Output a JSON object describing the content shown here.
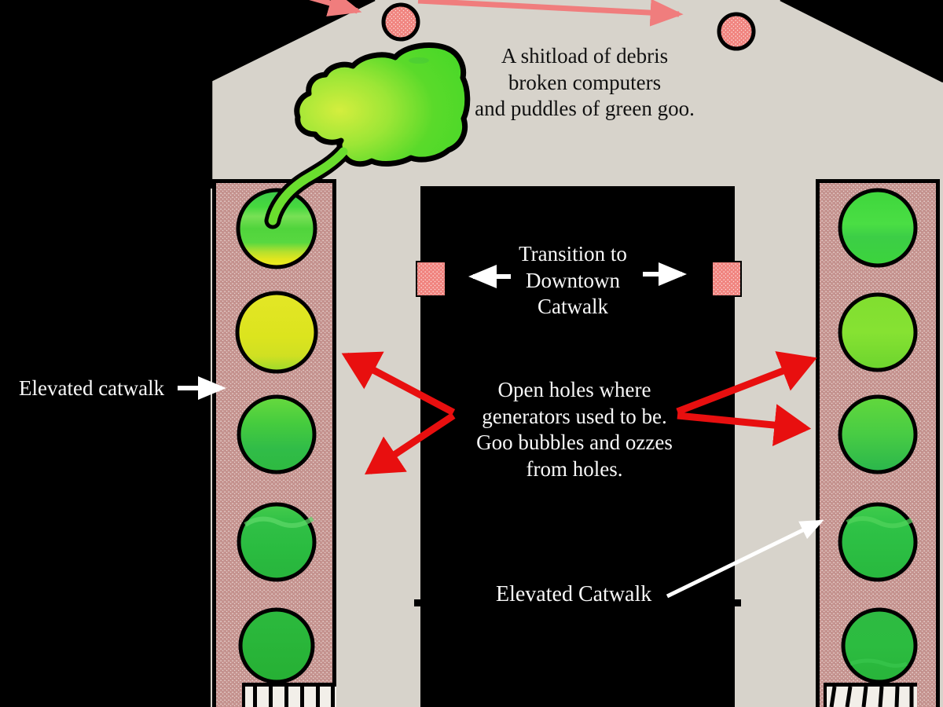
{
  "scene": {
    "title": "Power plant elevated catwalk map",
    "background": "#000000",
    "colors": {
      "building": "#d7d3cb",
      "catwalk": "#c5938f",
      "catwalk_speckle": "#eedfdc",
      "transition": "#f0847f",
      "transition_speckle": "#fdd9d7",
      "arrow_pink": "#f07d7d",
      "arrow_red": "#e80f0f",
      "arrow_white": "#ffffff",
      "outline": "#000000",
      "goo_bright": "#6ade2e",
      "goo_yellow": "#d4ee3e",
      "ladder": "#f2efe9",
      "note_dark": "#111111",
      "note_light": "#f8f8f8"
    },
    "annotations": {
      "debris_note": {
        "lines": [
          "A shitload of debris",
          "broken computers",
          "and puddles of green goo."
        ]
      },
      "transition_note": {
        "lines": [
          "Transition to",
          "Downtown",
          "Catwalk"
        ]
      },
      "holes_note": {
        "lines": [
          "Open holes where",
          "generators used to be.",
          "Goo bubbles and ozzes",
          "from holes."
        ]
      },
      "elevated_catwalk_left": "Elevated catwalk",
      "elevated_catwalk_right": "Elevated Catwalk"
    }
  }
}
